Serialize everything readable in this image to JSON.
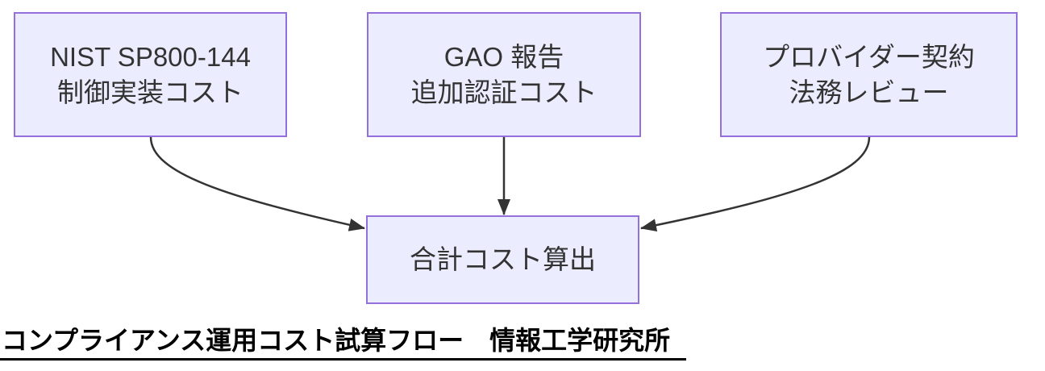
{
  "colors": {
    "node_fill": "#ECECFF",
    "node_border": "#9370DB",
    "node_text": "#333333",
    "edge_color": "#333333",
    "caption_color": "#000000"
  },
  "diagram": {
    "nodes": [
      {
        "id": "nist",
        "lines": [
          "NIST SP800-144",
          "制御実装コスト"
        ]
      },
      {
        "id": "gao",
        "lines": [
          "GAO 報告",
          "追加認証コスト"
        ]
      },
      {
        "id": "provider",
        "lines": [
          "プロバイダー契約",
          "法務レビュー"
        ]
      },
      {
        "id": "total",
        "lines": [
          "合計コスト算出"
        ]
      }
    ],
    "edges": [
      {
        "from": "nist",
        "to": "total"
      },
      {
        "from": "gao",
        "to": "total"
      },
      {
        "from": "provider",
        "to": "total"
      }
    ]
  },
  "caption": {
    "text": "コンプライアンス運用コスト試算フロー　情報工学研究所"
  }
}
